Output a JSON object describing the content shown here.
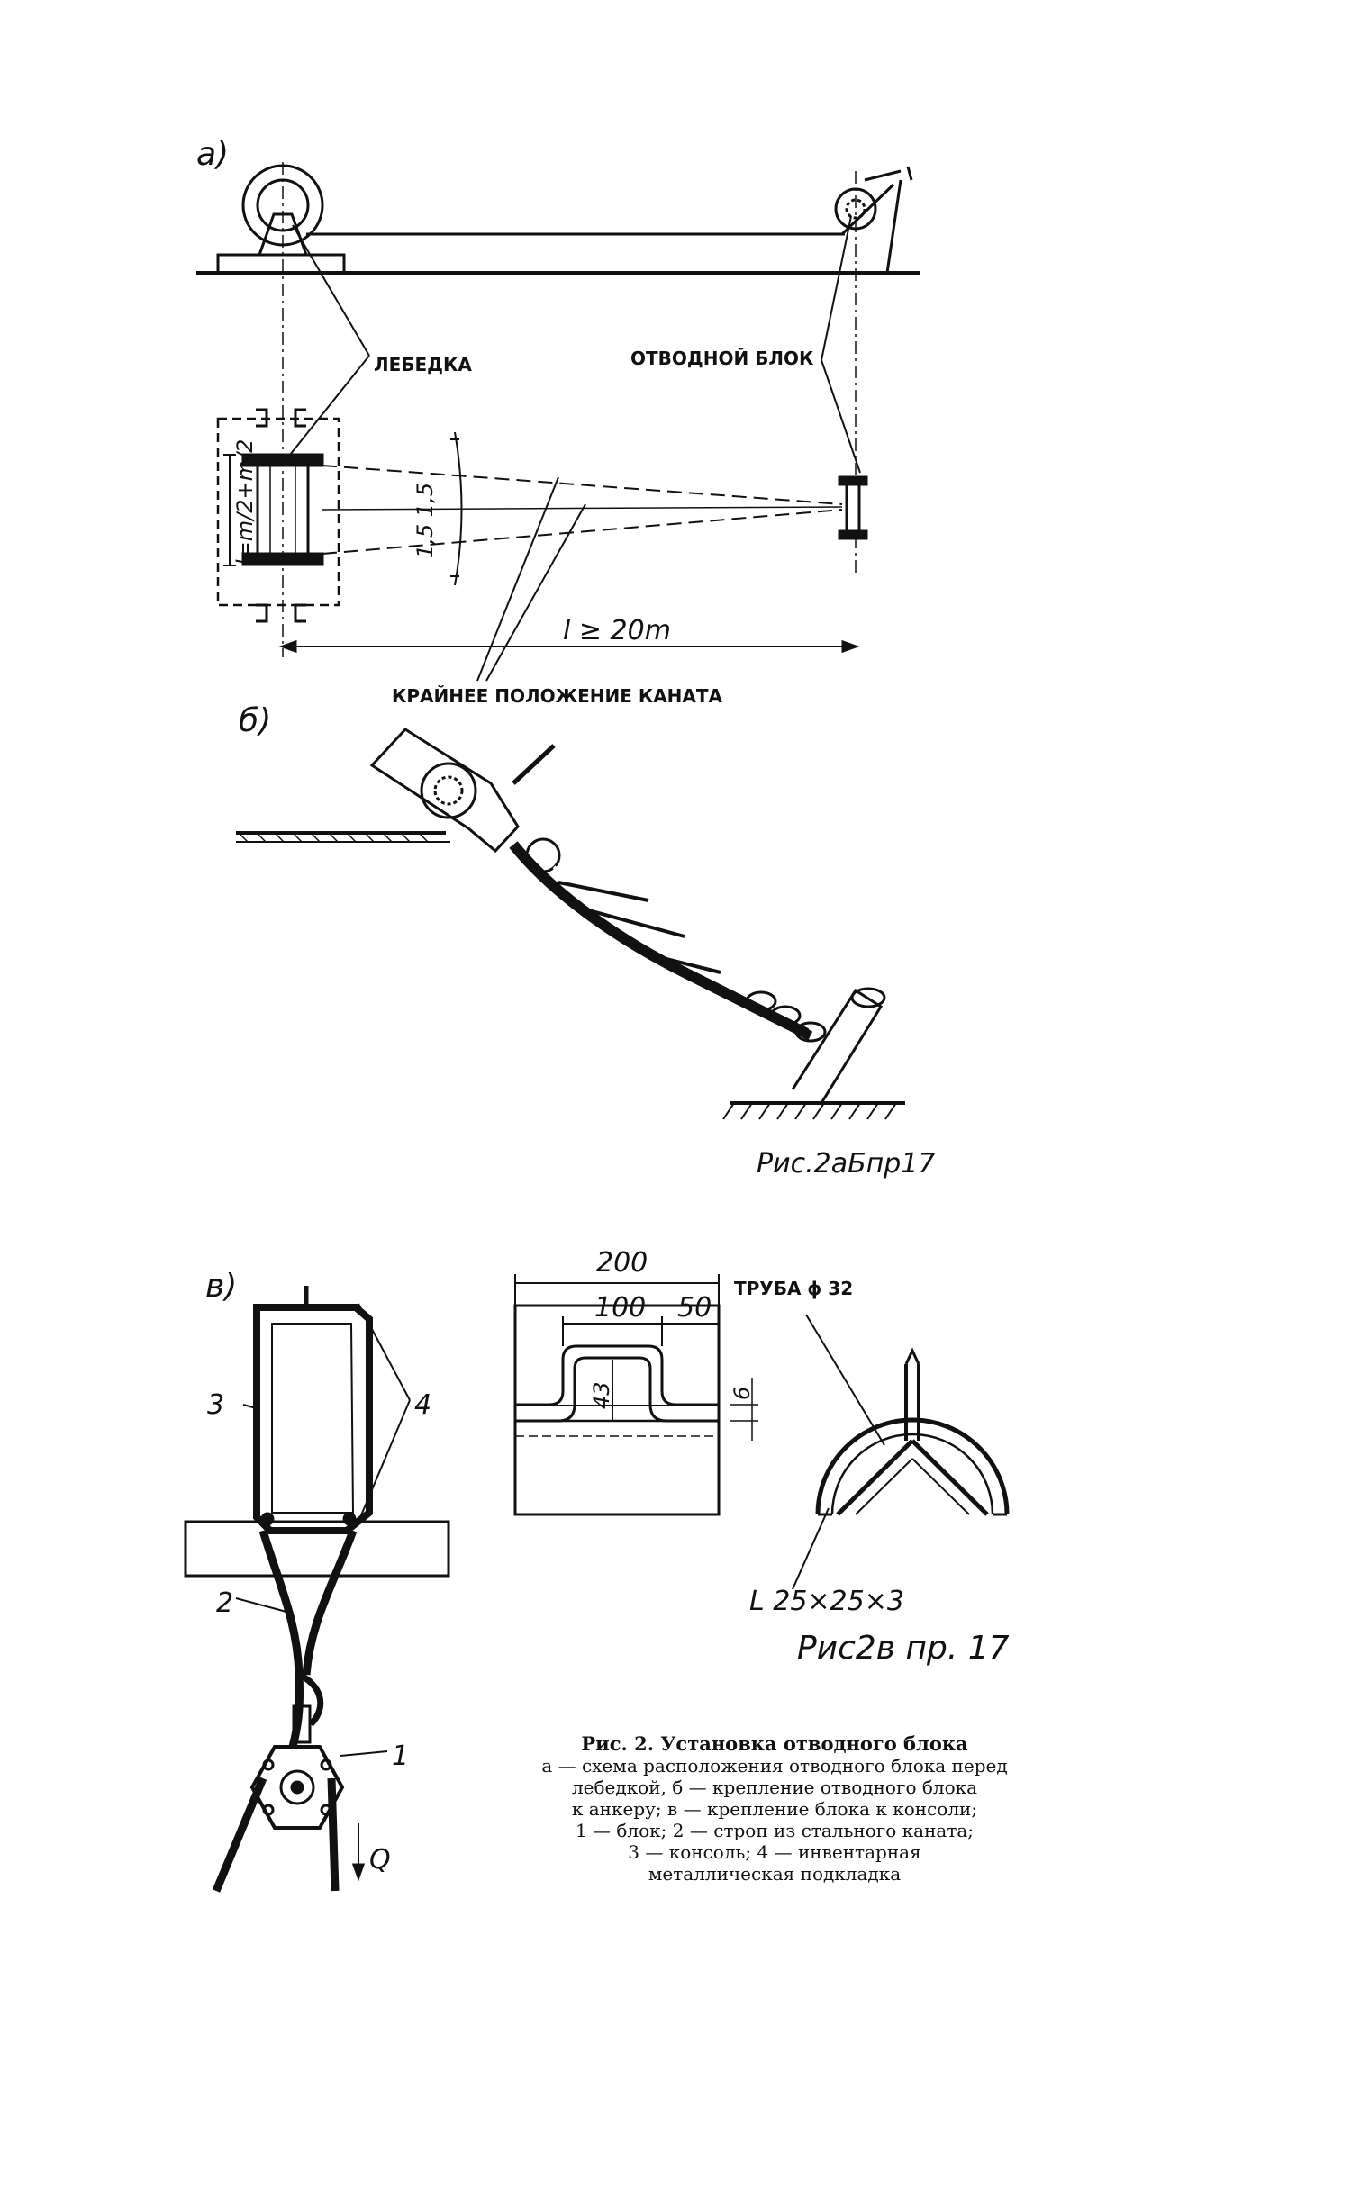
{
  "fig_a": {
    "marker": "а)",
    "winch_label": "ЛЕБЕДКА",
    "block_label": "ОТВОДНОЙ БЛОК",
    "drum_dim": "l=m/2+m/2",
    "angle_dim": "1,5 1,5",
    "length_dim": "l ≥ 20m",
    "rope_label": "КРАЙНЕЕ ПОЛОЖЕНИЕ КАНАТА"
  },
  "fig_b": {
    "marker": "б)",
    "ref": "Рис.2аБпр17"
  },
  "fig_v": {
    "marker": "в)",
    "num1": "1",
    "num2": "2",
    "num3": "3",
    "num4": "4",
    "load": "Q",
    "dim_200": "200",
    "dim_100": "100",
    "dim_50": "50",
    "dim_43": "43",
    "dim_6": "6",
    "pipe_label": "ТРУБА ϕ 32",
    "angle_label": "L 25×25×3",
    "ref": "Рис2в пр. 17"
  },
  "caption": {
    "title": "Рис. 2. Установка отводного блока",
    "lines": [
      "а — схема расположения отводного блока перед",
      "лебедкой, б — крепление отводного блока",
      "к анкеру; в — крепление блока к консоли;",
      "1 — блок; 2 — строп из стального каната;",
      "3 — консоль; 4 — инвентарная",
      "металлическая подкладка"
    ]
  }
}
